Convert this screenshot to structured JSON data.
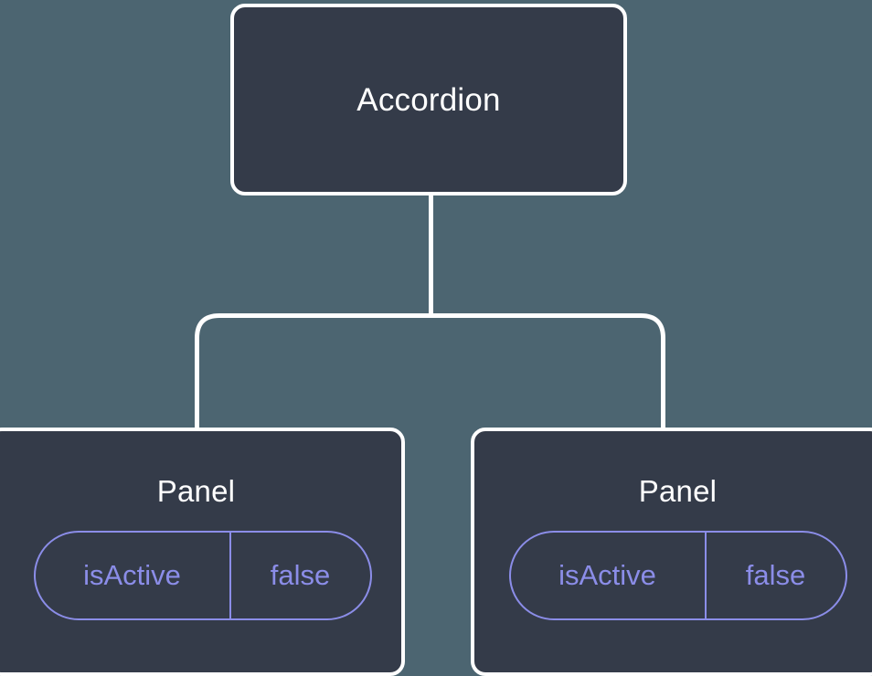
{
  "diagram": {
    "type": "component-tree",
    "background_color": "#4c6571",
    "node_fill_color": "#343b49",
    "node_border_color": "#ffffff",
    "accent_color": "#8b8de8",
    "connector_color": "#ffffff",
    "root": {
      "title": "Accordion"
    },
    "children": [
      {
        "title": "Panel",
        "prop": {
          "key": "isActive",
          "value": "false"
        }
      },
      {
        "title": "Panel",
        "prop": {
          "key": "isActive",
          "value": "false"
        }
      }
    ]
  }
}
